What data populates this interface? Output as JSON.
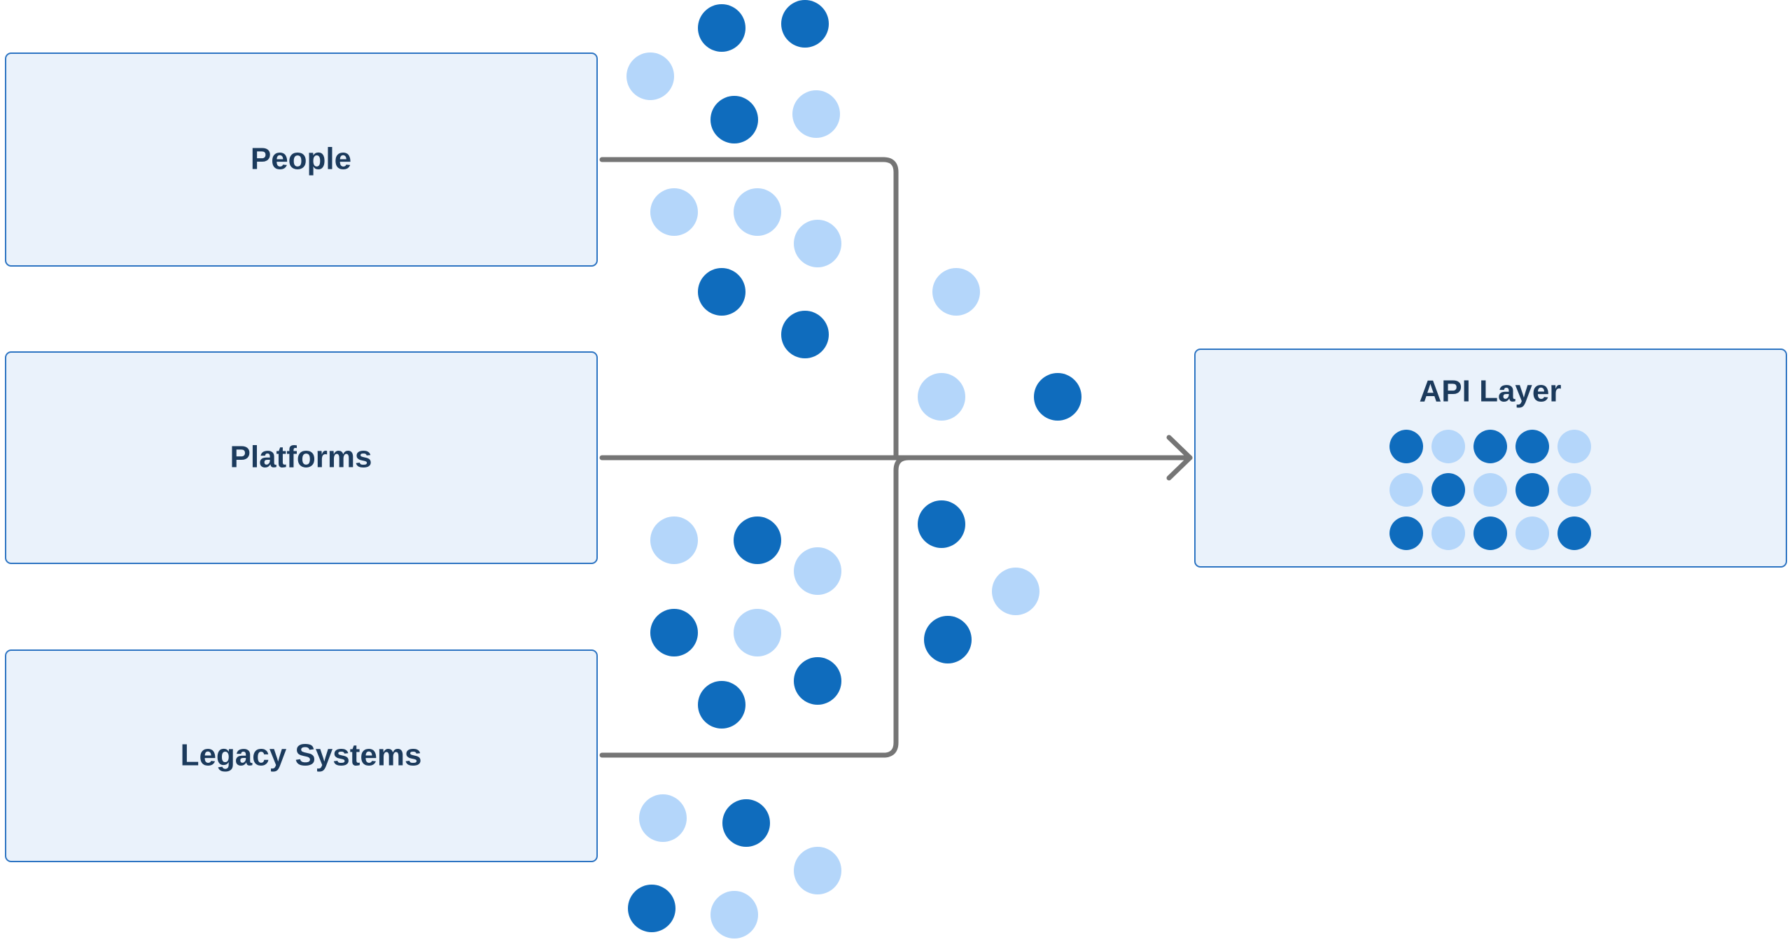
{
  "colors": {
    "box_fill": "#EAF2FB",
    "box_stroke": "#2B73C2",
    "label_text": "#1B3A5C",
    "connector": "#757575",
    "dot_dark": "#0F6CBD",
    "dot_light": "#B4D6FA"
  },
  "sources": [
    {
      "id": "people",
      "label": "People"
    },
    {
      "id": "platforms",
      "label": "Platforms"
    },
    {
      "id": "legacy-systems",
      "label": "Legacy Systems"
    }
  ],
  "target": {
    "label": "API Layer",
    "icon": "dot-grid-icon",
    "grid_pattern": [
      [
        "dark",
        "light",
        "dark",
        "dark",
        "light"
      ],
      [
        "light",
        "dark",
        "light",
        "dark",
        "light"
      ],
      [
        "dark",
        "light",
        "dark",
        "light",
        "dark"
      ]
    ]
  },
  "flow": {
    "arrow_icon": "arrow-right-icon",
    "description_dots": "scattered-data-dots"
  }
}
